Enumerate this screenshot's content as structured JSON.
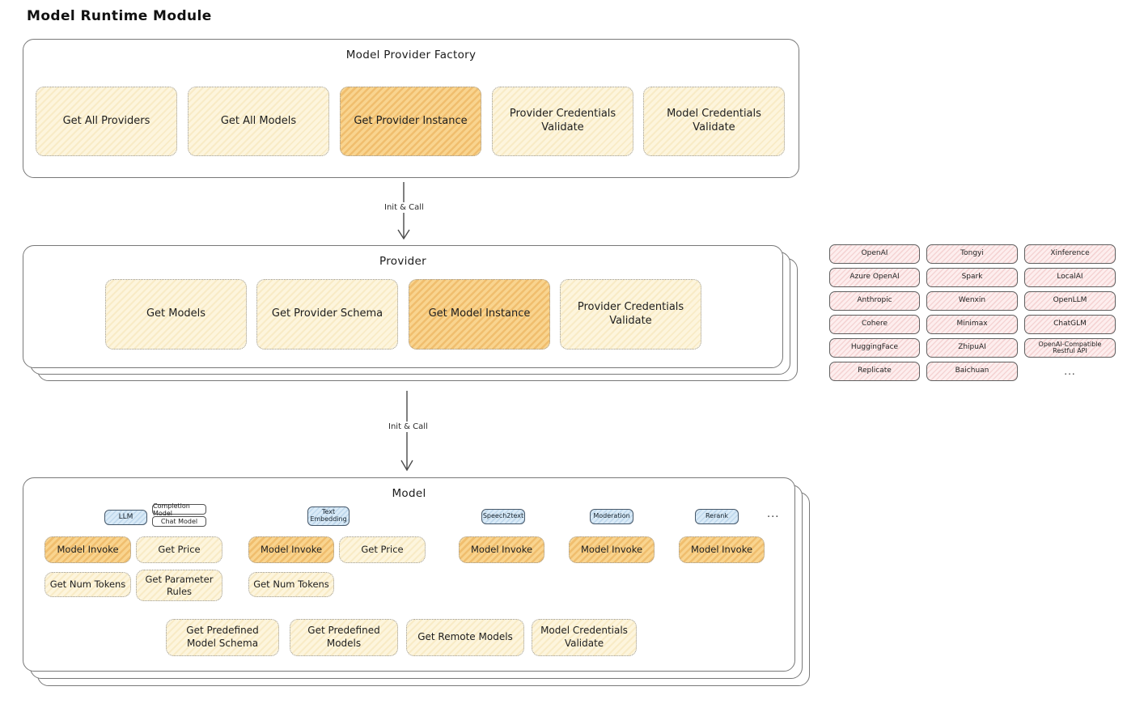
{
  "page_title": "Model Runtime Module",
  "colors": {
    "button_fill": "#fdf5dd",
    "button_highlight": "#f9d48f",
    "tag_blue": "#d9eaf7",
    "chip_pink": "#fdeeee",
    "border_gray": "#787878"
  },
  "factory": {
    "title": "Model Provider Factory",
    "buttons": [
      {
        "label": "Get All Providers",
        "highlighted": false
      },
      {
        "label": "Get All Models",
        "highlighted": false
      },
      {
        "label": "Get Provider Instance",
        "highlighted": true
      },
      {
        "label": "Provider Credentials Validate",
        "highlighted": false
      },
      {
        "label": "Model Credentials Validate",
        "highlighted": false
      }
    ]
  },
  "arrow1": {
    "label": "Init & Call"
  },
  "arrow2": {
    "label": "Init & Call"
  },
  "provider": {
    "title": "Provider",
    "buttons": [
      {
        "label": "Get Models",
        "highlighted": false
      },
      {
        "label": "Get Provider Schema",
        "highlighted": false
      },
      {
        "label": "Get Model Instance",
        "highlighted": true
      },
      {
        "label": "Provider Credentials Validate",
        "highlighted": false
      }
    ]
  },
  "provider_list": {
    "items": [
      "OpenAI",
      "Tongyi",
      "Xinference",
      "Azure OpenAI",
      "Spark",
      "LocalAI",
      "Anthropic",
      "Wenxin",
      "OpenLLM",
      "Cohere",
      "Minimax",
      "ChatGLM",
      "HuggingFace",
      "ZhipuAI",
      "OpenAI-Compatible Restful API",
      "Replicate",
      "Baichuan"
    ],
    "more": "..."
  },
  "model": {
    "title": "Model",
    "tags": {
      "llm": "LLM",
      "completion_model": "Completion Model",
      "chat_model": "Chat Model",
      "text_embedding": "Text Embedding",
      "speech2text": "Speech2text",
      "moderation": "Moderation",
      "rerank": "Rerank",
      "more": "..."
    },
    "buttons": {
      "model_invoke": "Model Invoke",
      "get_price": "Get Price",
      "get_num_tokens": "Get Num Tokens",
      "get_parameter_rules": "Get Parameter Rules",
      "get_predefined_model_schema": "Get Predefined Model Schema",
      "get_predefined_models": "Get Predefined Models",
      "get_remote_models": "Get Remote Models",
      "model_credentials_validate": "Model Credentials Validate"
    }
  }
}
